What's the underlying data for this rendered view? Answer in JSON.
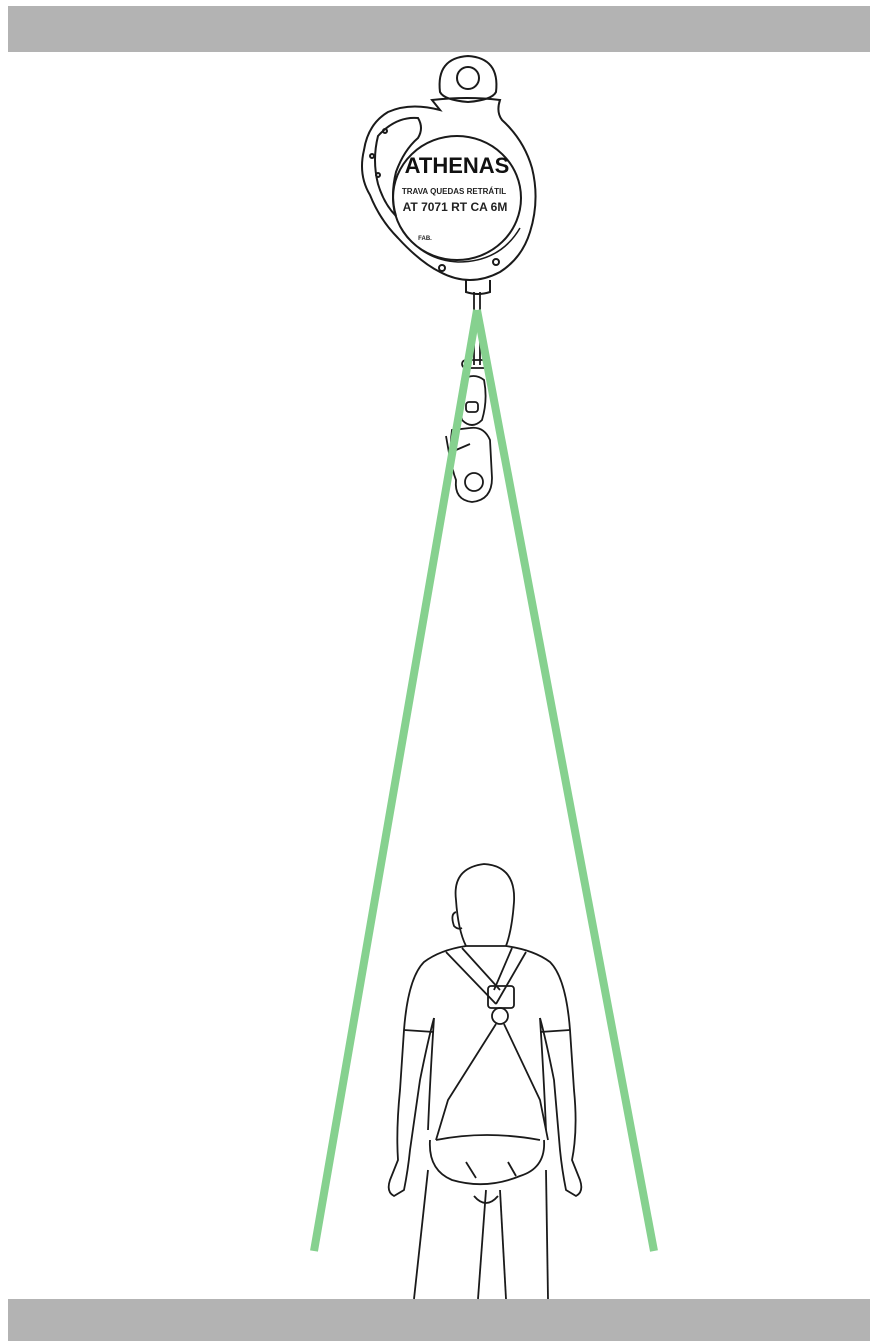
{
  "device": {
    "brand": "ATHENAS",
    "product_line": "TRAVA QUEDAS RETRÁTIL",
    "model": "AT 7071 RT CA 6M",
    "fab_label": "FAB."
  },
  "colors": {
    "bar": "#b3b3b3",
    "range_line": "#86d18f",
    "outline": "#1a1a1a"
  },
  "icons": [
    "retractable-fall-arrester-icon",
    "snap-hook-icon",
    "worker-with-harness-icon"
  ]
}
